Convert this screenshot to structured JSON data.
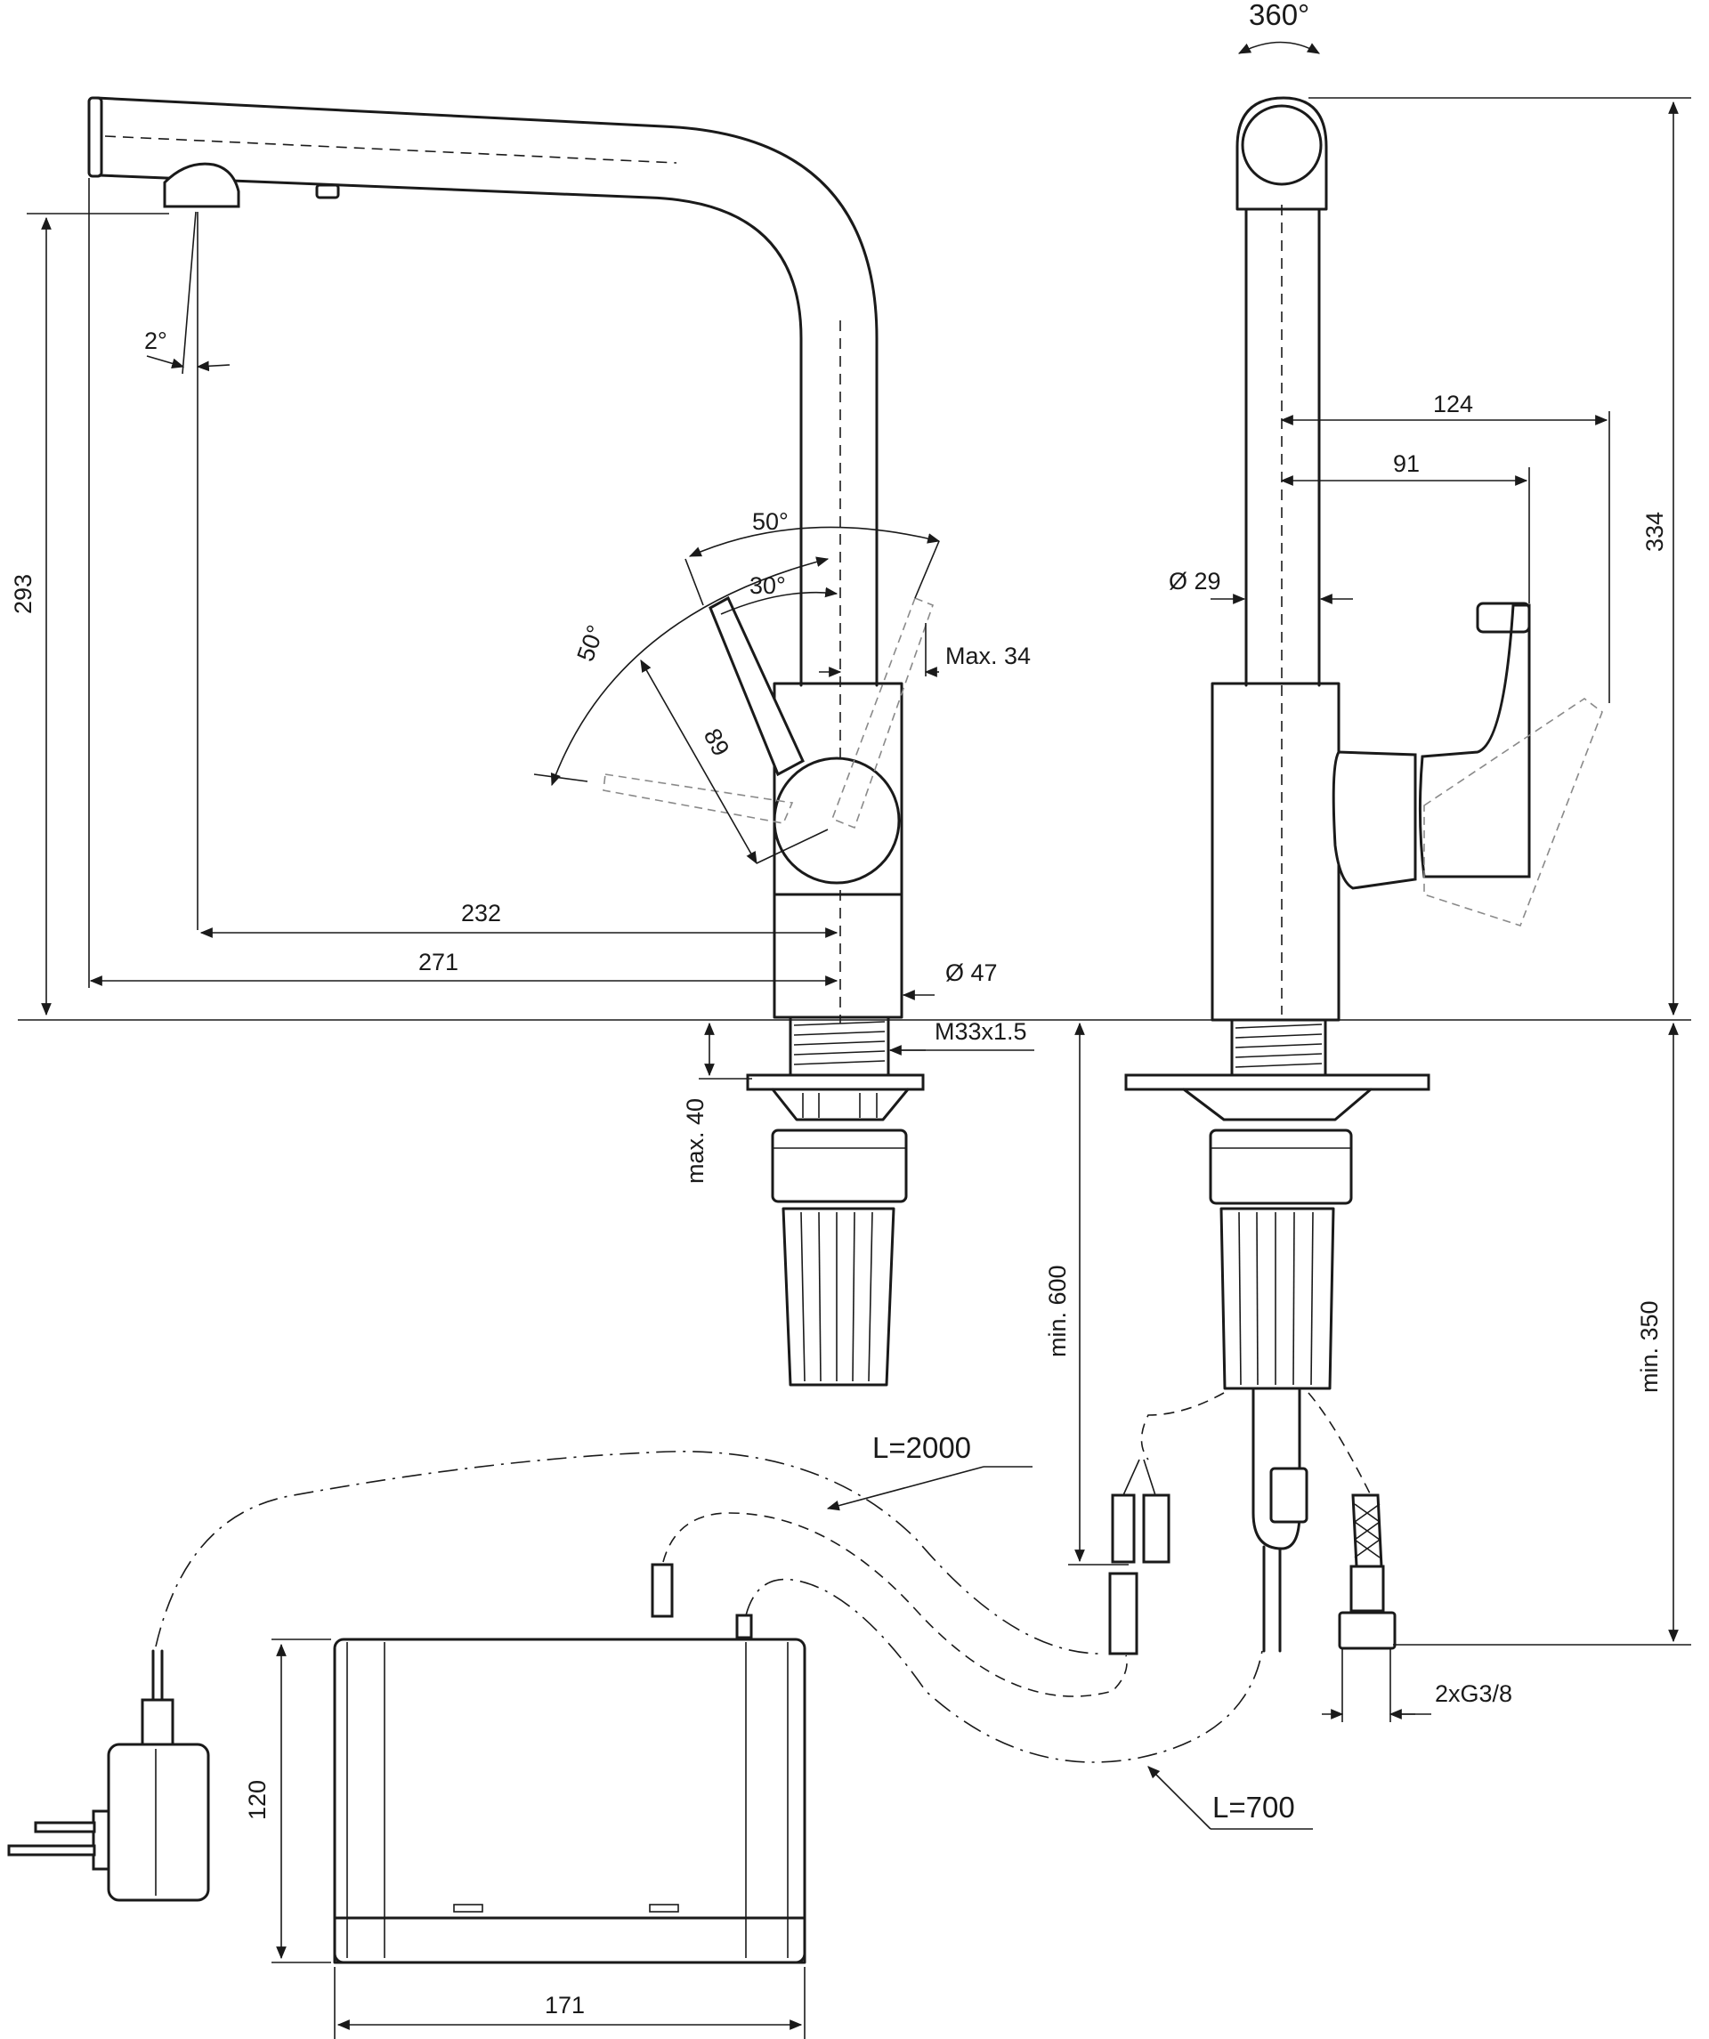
{
  "dimensions": {
    "rotation": "360°",
    "tilt": "2°",
    "height_spout": "293",
    "angle_50_top": "50°",
    "angle_30": "30°",
    "angle_50_left": "50°",
    "lever_len": "89",
    "max34": "Max. 34",
    "reach_232": "232",
    "reach_271": "271",
    "dia47": "Ø 47",
    "thread": "M33x1.5",
    "max40": "max. 40",
    "side_124": "124",
    "side_91": "91",
    "dia29": "Ø 29",
    "height_334": "334",
    "min600": "min. 600",
    "min350": "min. 350",
    "cable_2000": "L=2000",
    "cable_700": "L=700",
    "connection": "2xG3/8",
    "box_height": "120",
    "box_width": "171"
  }
}
